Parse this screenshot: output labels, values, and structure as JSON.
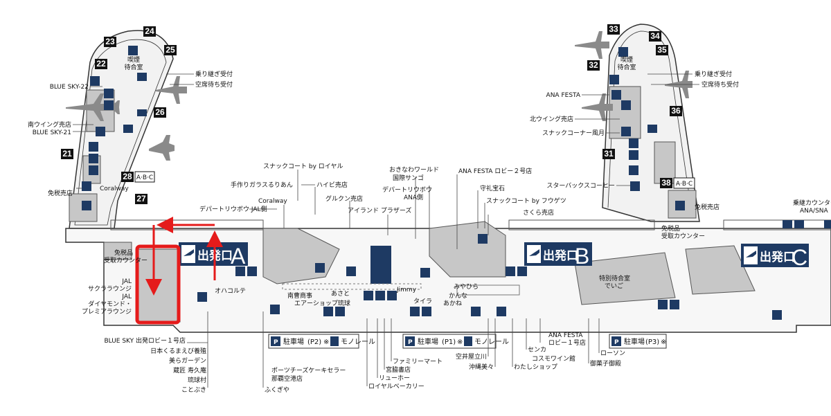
{
  "colors": {
    "navy": "#1e3a63",
    "gray_area": "#c7c7c7",
    "pier": "#ececec",
    "line": "#5a5a5a",
    "highlight": "#e51b1b"
  },
  "gates_west": [
    "23",
    "24",
    "22",
    "25",
    "26",
    "21",
    "28",
    "27"
  ],
  "gates_east": [
    "33",
    "34",
    "35",
    "32",
    "36",
    "31",
    "38"
  ],
  "gate_suffix": "A·B·C",
  "west_pier": {
    "smoking_label": "喫煙\n待合室",
    "smoking_line1": "喫煙",
    "smoking_line2": "待合室",
    "transfer": "乗り継ぎ受付",
    "standby": "空席待ち受付",
    "blue_sky_22": "BLUE SKY-22",
    "south_wing": "南ウイング売店",
    "blue_sky_21": "BLUE SKY-21",
    "duty_free": "免税売店",
    "coralway": "Coralway"
  },
  "east_pier": {
    "smoking_line1": "喫煙",
    "smoking_line2": "待合室",
    "transfer": "乗り継ぎ受付",
    "standby": "空席待ち受付",
    "ana_festa": "ANA FESTA",
    "north_wing": "北ウイング売店",
    "snack_fugetsu": "スナックコーナー風月",
    "starbucks": "スターバックスコーヒー",
    "duty_free": "免税売店",
    "boarding_counter": "乗継カウンター",
    "ana_sna": "ANA/SNA"
  },
  "exits": [
    {
      "text": "出発口",
      "letter": "A"
    },
    {
      "text": "出発口",
      "letter": "B"
    },
    {
      "text": "出発口",
      "letter": "C"
    }
  ],
  "center_labels": {
    "snack_royal": "スナックコート by ロイヤル",
    "glass": "手作りガラスるりあん",
    "hybi": "ハイビ売店",
    "coralway": "Coralway",
    "gurukun": "グルクン売店",
    "depart_jal": "デパートリウボウ JAL側",
    "island_plaza": "アイランド プラザーズ",
    "okinawa_world": "おきなわワールド",
    "kokusai_sango": "国際サンゴ",
    "depart_ana": "デパートリウボウ",
    "ana_side": "ANA側",
    "ana_festa2": "ANA FESTA ロビー２号店",
    "shureihoseki": "守礼宝石",
    "snack_fugetsu2": "スナックコート by フウゲツ",
    "sakura": "さくら売店",
    "duty_free_counter1": "免税品",
    "duty_free_counter2": "受取カウンター",
    "special_waiting1": "特別待合室",
    "special_waiting2": "でいご",
    "dutyfree_left1": "免税品",
    "dutyfree_left2": "受取カウンター"
  },
  "bottom_labels": {
    "jal_sakura1": "JAL",
    "jal_sakura2": "サクララウンジ",
    "jal_diamond1": "JAL",
    "jal_diamond2": "ダイヤモンド・",
    "jal_diamond3": "プレミアラウンジ",
    "ohakorute": "オハコルテ",
    "nanyo": "南曹商事",
    "asato": "あさと",
    "airshop": "エアーショップ琉球",
    "jimmy": "Jimmy",
    "taira": "タイラ",
    "miyahira": "みやひら",
    "kanna": "かんな",
    "akane": "あかね",
    "bluesky1": "BLUE SKY 出発ロビー１号店",
    "kurumaebi": "日本くるまえび養殖",
    "churagarden": "美らガーデン",
    "shuzo": "蔵匠 寿久庵",
    "ryukyumura": "琉球村",
    "kotobuki": "ことぶき",
    "porchees": "ポーツチーズケーキセラー",
    "porchees2": "那覇空港店",
    "fukugiya": "ふくぎや",
    "familymart": "ファミリーマート",
    "miyawaki": "宮脇書店",
    "ryuho": "リューホー",
    "royal_bakery": "ロイヤルベーカリー",
    "sorai": "空井屋立川",
    "okinawa_bisai": "沖縄美々",
    "watashi": "わたしショップ",
    "senka": "センカ",
    "cosmo": "コスモワイン館",
    "ana_festa1": "ANA FESTA",
    "ana_festa1b": "ロビー１号店",
    "lawson": "ローソン",
    "okashi": "御菓子御殿"
  },
  "parking": [
    {
      "label": "駐車場",
      "num": "(P2)",
      "sub": "※"
    },
    {
      "label": "駐車場",
      "num": "(P1)",
      "sub": "※"
    },
    {
      "label": "駐車場",
      "num": "(P3)",
      "sub": "※"
    }
  ],
  "monorail": "モノレール"
}
